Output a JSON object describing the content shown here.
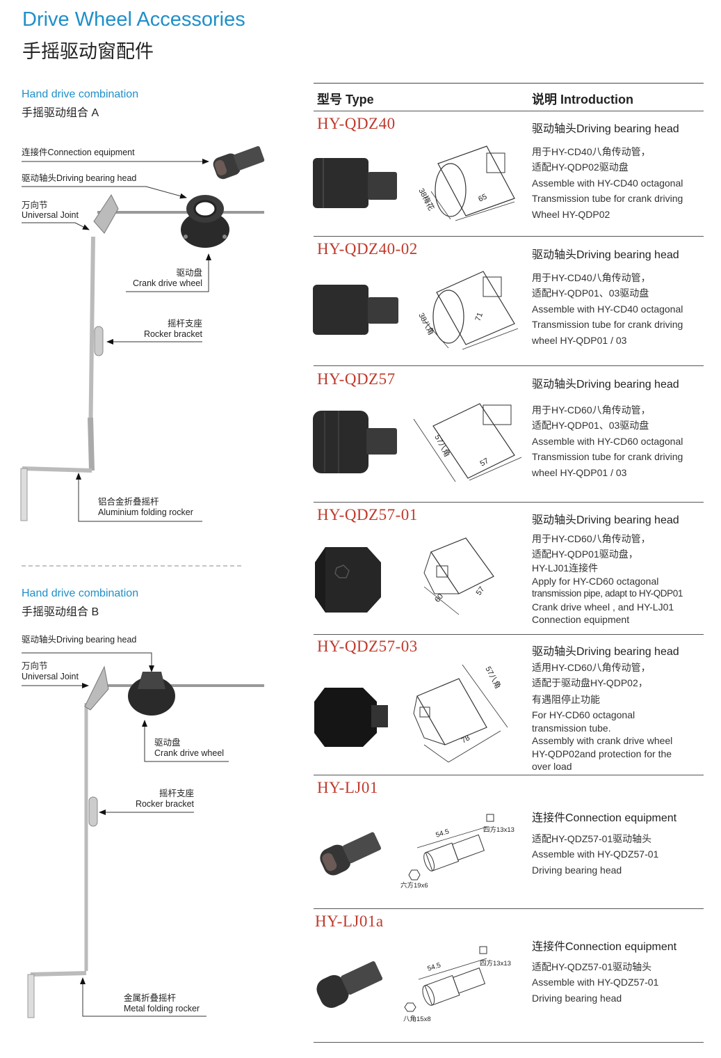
{
  "page": {
    "title_en": "Drive Wheel Accessories",
    "title_cn": "手摇驱动窗配件"
  },
  "section_a": {
    "title_en": "Hand drive combination",
    "title_cn": "手摇驱动组合 A",
    "labels": {
      "connection": "连接件Connection equipment",
      "bearing": "驱动轴头Driving bearing head",
      "joint_cn": "万向节",
      "joint_en": "Universal Joint",
      "crank_cn": "驱动盘",
      "crank_en": "Crank drive wheel",
      "rocker_cn": "摇杆支座",
      "rocker_en": "Rocker bracket",
      "folding_cn": "铝合金折叠摇杆",
      "folding_en": "Aluminium folding rocker"
    }
  },
  "section_b": {
    "title_en": "Hand drive combination",
    "title_cn": "手摇驱动组合 B",
    "labels": {
      "bearing": "驱动轴头Driving bearing head",
      "joint_cn": "万向节",
      "joint_en": "Universal Joint",
      "crank_cn": "驱动盘",
      "crank_en": "Crank drive wheel",
      "rocker_cn": "摇杆支座",
      "rocker_en": "Rocker bracket",
      "folding_cn": "金属折叠摇杆",
      "folding_en": "Metal folding rocker"
    }
  },
  "table": {
    "col_type": "型号 Type",
    "col_intro": "说明 Introduction",
    "rows": [
      {
        "model": "HY-QDZ40",
        "title": "驱动轴头Driving bearing head",
        "lines": [
          "用于HY-CD40八角传动管，",
          "适配HY-QDP02驱动盘",
          "Assemble with HY-CD40 octagonal",
          "Transmission tube for crank driving",
          "Wheel HY-QDP02"
        ],
        "dims": [
          "38梅花",
          "65"
        ]
      },
      {
        "model": "HY-QDZ40-02",
        "title": "驱动轴头Driving bearing head",
        "lines": [
          "用于HY-CD40八角传动管，",
          "适配HY-QDP01、03驱动盘",
          "Assemble with HY-CD40 octagonal",
          "Transmission tube for crank driving",
          "wheel HY-QDP01 / 03"
        ],
        "dims": [
          "38八角",
          "71"
        ]
      },
      {
        "model": "HY-QDZ57",
        "title": "驱动轴头Driving bearing head",
        "lines": [
          "用于HY-CD60八角传动管，",
          "适配HY-QDP01、03驱动盘",
          "Assemble with HY-CD60 octagonal",
          "Transmission tube for crank driving",
          "wheel HY-QDP01 / 03"
        ],
        "dims": [
          "57八角",
          "57"
        ]
      },
      {
        "model": "HY-QDZ57-01",
        "title": "驱动轴头Driving bearing head",
        "lines": [
          "用于HY-CD60八角传动管，",
          "适配HY-QDP01驱动盘，",
          "HY-LJ01连接件",
          "Apply for HY-CD60 octagonal",
          "transmission pipe, adapt to HY-QDP01",
          "Crank drive wheel , and HY-LJ01",
          "Connection equipment"
        ],
        "dims": [
          "60",
          "57"
        ]
      },
      {
        "model": "HY-QDZ57-03",
        "title": "驱动轴头Driving bearing head",
        "lines": [
          "适用HY-CD60八角传动管，",
          "适配于驱动盘HY-QDP02，",
          "有遇阻停止功能",
          "For HY-CD60 octagonal",
          "transmission tube.",
          "Assembly with crank drive wheel",
          "HY-QDP02and protection for the",
          "over load"
        ],
        "dims": [
          "57八角",
          "78"
        ]
      },
      {
        "model": "HY-LJ01",
        "title": "连接件Connection equipment",
        "lines": [
          "适配HY-QDZ57-01驱动轴头",
          "Assemble with HY-QDZ57-01",
          "Driving bearing head"
        ],
        "dims": [
          "54.5",
          "四方13x13",
          "六方19x6"
        ]
      },
      {
        "model": "HY-LJ01a",
        "title": "连接件Connection equipment",
        "lines": [
          "适配HY-QDZ57-01驱动轴头",
          "Assemble with HY-QDZ57-01",
          "Driving bearing head"
        ],
        "dims": [
          "54.5",
          "四方13x13",
          "八角15x8"
        ]
      }
    ]
  }
}
